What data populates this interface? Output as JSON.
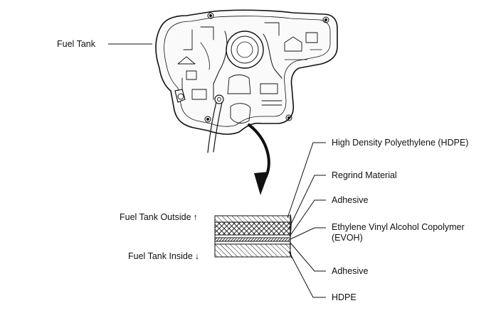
{
  "labels": {
    "fuel_tank": "Fuel Tank",
    "outside": "Fuel Tank Outside",
    "inside": "Fuel Tank Inside",
    "up_arrow": "↑",
    "down_arrow": "↓"
  },
  "layers": [
    {
      "id": "hdpe-outer",
      "label": "High Density Polyethylene (HDPE)"
    },
    {
      "id": "regrind",
      "label": "Regrind Material"
    },
    {
      "id": "adhesive-outer",
      "label": "Adhesive"
    },
    {
      "id": "evoh",
      "label": "Ethylene Vinyl Alcohol Copolymer (EVOH)"
    },
    {
      "id": "adhesive-inner",
      "label": "Adhesive"
    },
    {
      "id": "hdpe-inner",
      "label": "HDPE"
    }
  ]
}
